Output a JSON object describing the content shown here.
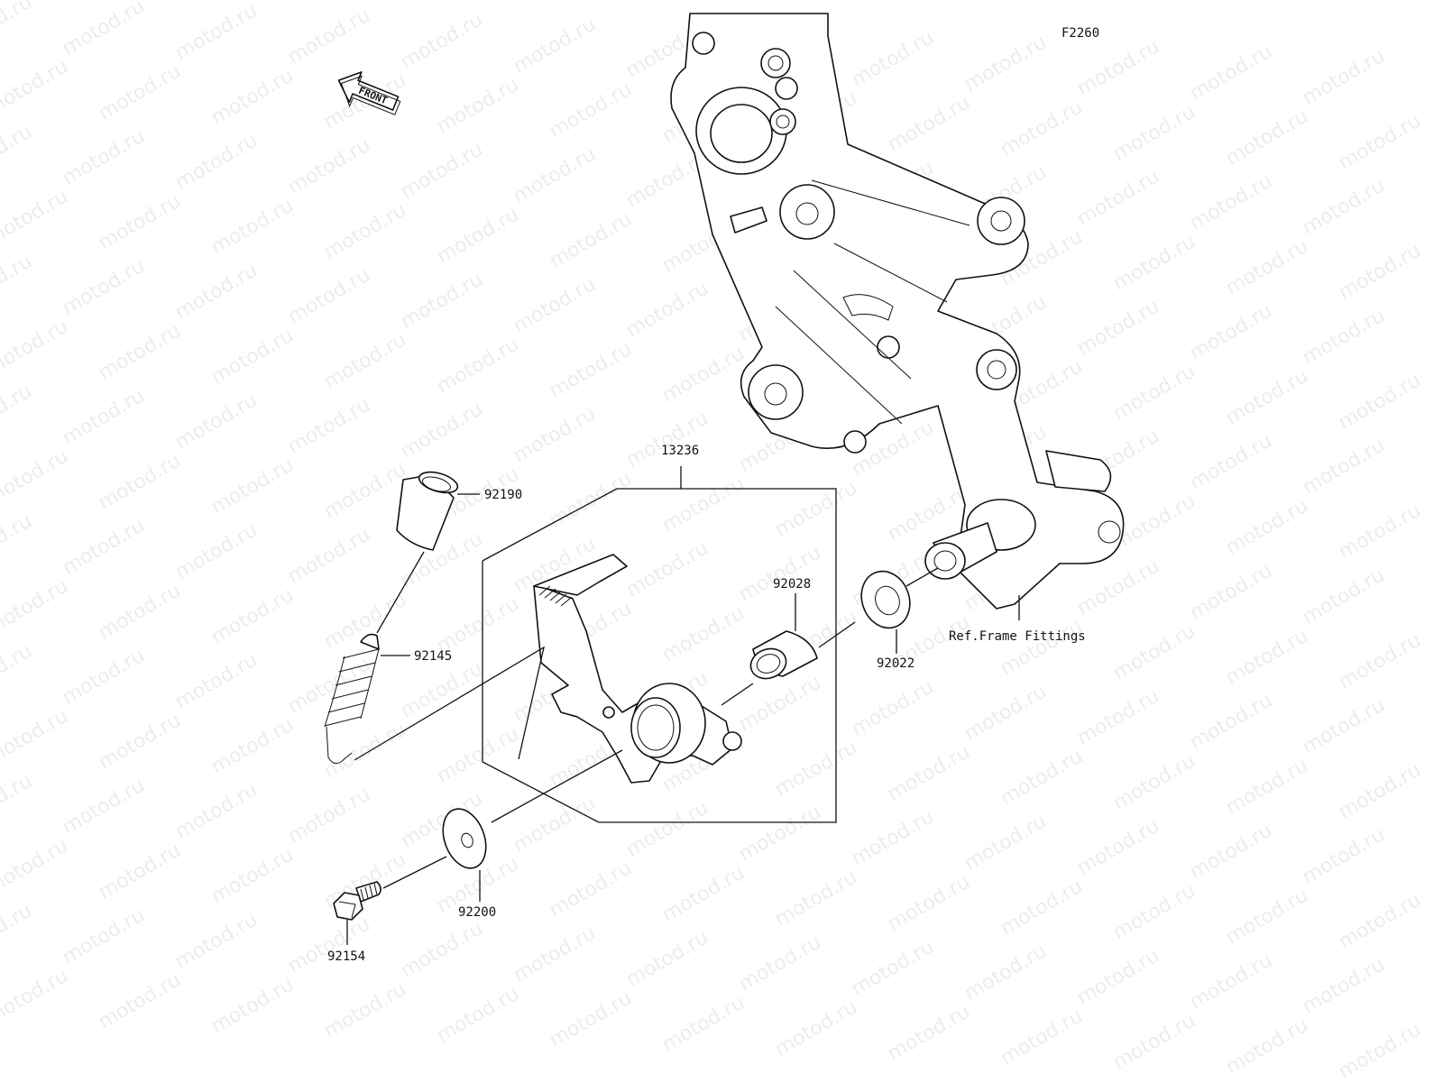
{
  "diagram_code": "F2260",
  "front_arrow_label": "FRONT",
  "watermark_text": "motod.ru",
  "reference_note": "Ref.Frame Fittings",
  "parts": {
    "assembly": "13236",
    "sleeve": "92190",
    "spring": "92145",
    "collar": "92028",
    "washer_small": "92022",
    "washer_large": "92200",
    "bolt": "92154"
  }
}
